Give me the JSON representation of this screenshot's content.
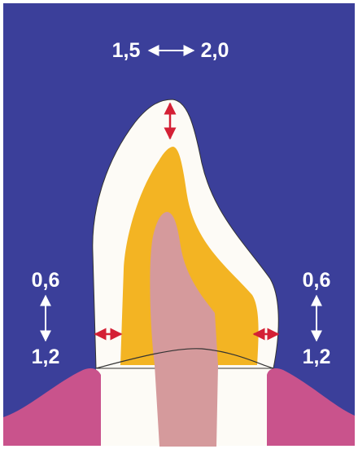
{
  "top_measurement": {
    "min": "1,5",
    "max": "2,0"
  },
  "left_measurement": {
    "min": "0,6",
    "max": "1,2"
  },
  "right_measurement": {
    "min": "0,6",
    "max": "1,2"
  },
  "colors": {
    "background": "#3b3f9a",
    "crown_ceramic": "#fdfbf6",
    "metal_coping": "#f3b423",
    "tooth_core": "#d59a9c",
    "gingiva": "#c9538c",
    "arrow_red": "#d42035",
    "arrow_white": "#ffffff"
  }
}
